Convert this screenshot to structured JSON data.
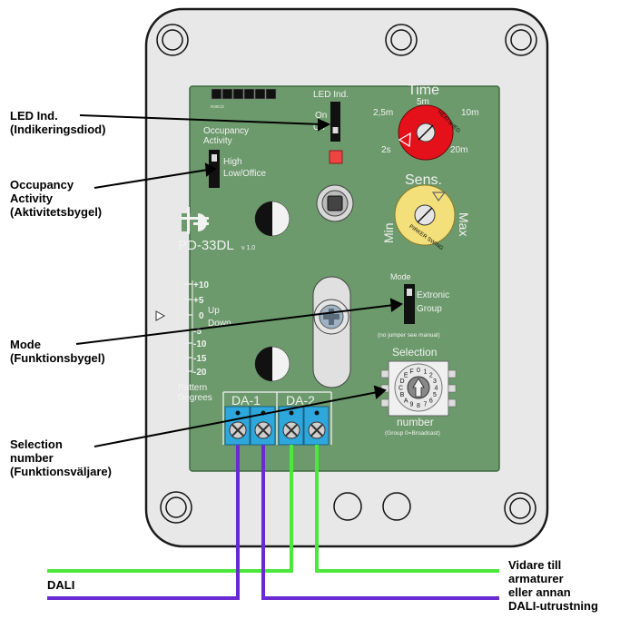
{
  "callouts": {
    "led_title": "LED Ind.",
    "led_sub": "(Indikeringsdiod)",
    "occ_title1": "Occupancy",
    "occ_title2": "Activity",
    "occ_sub": "(Aktivitetsbygel)",
    "mode_title": "Mode",
    "mode_sub": "(Funktionsbygel)",
    "sel_title1": "Selection",
    "sel_title2": "number",
    "sel_sub": "(Funktionsväljare)",
    "dali": "DALI",
    "forward1": "Vidare till",
    "forward2": "armaturer",
    "forward3": "eller annan",
    "forward4": "DALI-utrustning"
  },
  "board": {
    "model": "PD-33DL",
    "version": "v 1.0",
    "chip_label": "R30CD",
    "led_title": "LED Ind.",
    "led_on": "On",
    "led_off": "Off",
    "occ_title1": "Occupancy",
    "occ_title2": "Activity",
    "occ_high": "High",
    "occ_low": "Low/Office",
    "time_title": "Time",
    "time_5m": "5m",
    "time_25m": "2,5m",
    "time_10m": "10m",
    "time_2s": "2s",
    "time_20m": "20m",
    "time_knob": "HEATSHED",
    "sens_title": "Sens.",
    "sens_min": "Min",
    "sens_max": "Max",
    "sens_knob": "PIRKER SWING",
    "mode_title": "Mode",
    "mode_extronic": "Extronic",
    "mode_group": "Group",
    "mode_note": "(no jumper  see manual)",
    "selection_title": "Selection",
    "selection_number": "number",
    "selection_note": "(Group 0=Broadcast)",
    "dial_chars": "0123456789ABCDEF",
    "scale_labels": [
      "+10",
      "+5",
      "0",
      "-5",
      "-10",
      "-15",
      "-20"
    ],
    "scale_up": "Up",
    "scale_down": "Down",
    "pattern1": "Pattern",
    "pattern2": "Degrees",
    "da1": "DA-1",
    "da2": "DA-2"
  },
  "colors": {
    "housing": "#e8e8e8",
    "pcb": "#6c9a6c",
    "terminal": "#2ea8dc",
    "wire_green": "#4be83c",
    "wire_purple": "#6a2ad2",
    "led_red": "#ef4444",
    "time_knob": "#e4111a",
    "sens_knob": "#f4e07a"
  }
}
